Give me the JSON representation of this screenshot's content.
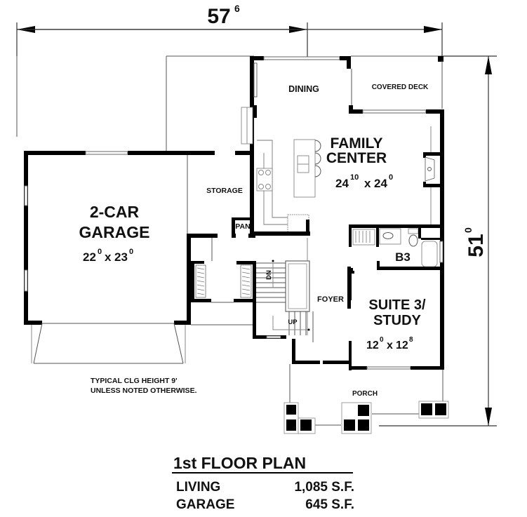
{
  "plan": {
    "title": "1st FLOOR PLAN",
    "areas": [
      {
        "label": "LIVING",
        "value": "1,085 S.F."
      },
      {
        "label": "GARAGE",
        "value": "645 S.F."
      }
    ],
    "note_line1": "TYPICAL CLG HEIGHT 9'",
    "note_line2": "UNLESS NOTED OTHERWISE."
  },
  "dimensions": {
    "width": {
      "main": "57",
      "sup": "6"
    },
    "depth": {
      "main": "51",
      "sup": "0"
    }
  },
  "rooms": {
    "dining": {
      "name": "DINING"
    },
    "covered_deck": {
      "name": "COVERED DECK"
    },
    "family_center": {
      "name_line1": "FAMILY",
      "name_line2": "CENTER",
      "w": "24",
      "w_sup": "10",
      "x": "x",
      "d": "24",
      "d_sup": "0"
    },
    "storage": {
      "name": "STORAGE"
    },
    "pantry": {
      "name": "PAN"
    },
    "garage": {
      "name_line1": "2-CAR",
      "name_line2": "GARAGE",
      "w": "22",
      "w_sup": "0",
      "x": "x",
      "d": "23",
      "d_sup": "0"
    },
    "bath": {
      "name": "B3"
    },
    "foyer": {
      "name": "FOYER"
    },
    "suite": {
      "name_line1": "SUITE 3/",
      "name_line2": "STUDY",
      "w": "12",
      "w_sup": "0",
      "x": "x",
      "d": "12",
      "d_sup": "8"
    },
    "porch": {
      "name": "PORCH"
    },
    "stairs": {
      "down": "DN",
      "up": "UP"
    }
  },
  "colors": {
    "wall": "#000000",
    "line": "#555555",
    "background": "#ffffff"
  }
}
